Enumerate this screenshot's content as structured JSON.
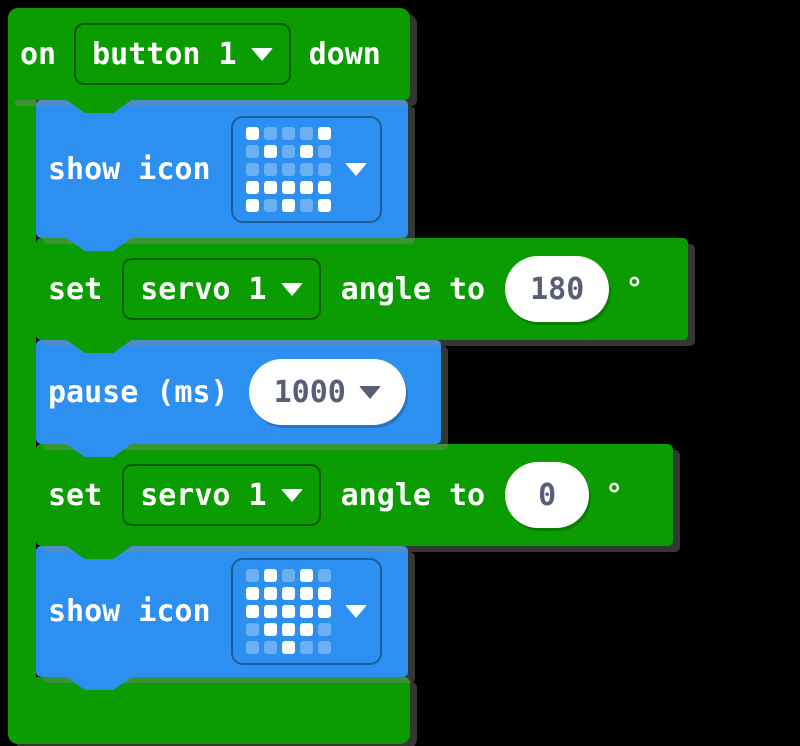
{
  "colors": {
    "block_green": "#0a9c00",
    "block_blue": "#2d8fef",
    "pill_text": "#575E75",
    "background": "#000000",
    "led_lit": "#ffffff"
  },
  "event_block": {
    "prefix": "on",
    "button_value": "button 1",
    "suffix": "down"
  },
  "statements": {
    "show_icon_1": {
      "label": "show icon",
      "icon": "angry-face",
      "grid": [
        [
          1,
          0,
          0,
          0,
          1
        ],
        [
          0,
          1,
          0,
          1,
          0
        ],
        [
          0,
          0,
          0,
          0,
          0
        ],
        [
          1,
          1,
          1,
          1,
          1
        ],
        [
          1,
          0,
          1,
          0,
          1
        ]
      ]
    },
    "set_servo_1": {
      "set_label": "set",
      "servo_value": "servo 1",
      "angle_label": "angle to",
      "angle_value": "180",
      "unit": "°"
    },
    "pause": {
      "label": "pause (ms)",
      "duration_value": "1000"
    },
    "set_servo_2": {
      "set_label": "set",
      "servo_value": "servo 1",
      "angle_label": "angle to",
      "angle_value": "0",
      "unit": "°"
    },
    "show_icon_2": {
      "label": "show icon",
      "icon": "heart",
      "grid": [
        [
          0,
          1,
          0,
          1,
          0
        ],
        [
          1,
          1,
          1,
          1,
          1
        ],
        [
          1,
          1,
          1,
          1,
          1
        ],
        [
          0,
          1,
          1,
          1,
          0
        ],
        [
          0,
          0,
          1,
          0,
          0
        ]
      ]
    }
  }
}
